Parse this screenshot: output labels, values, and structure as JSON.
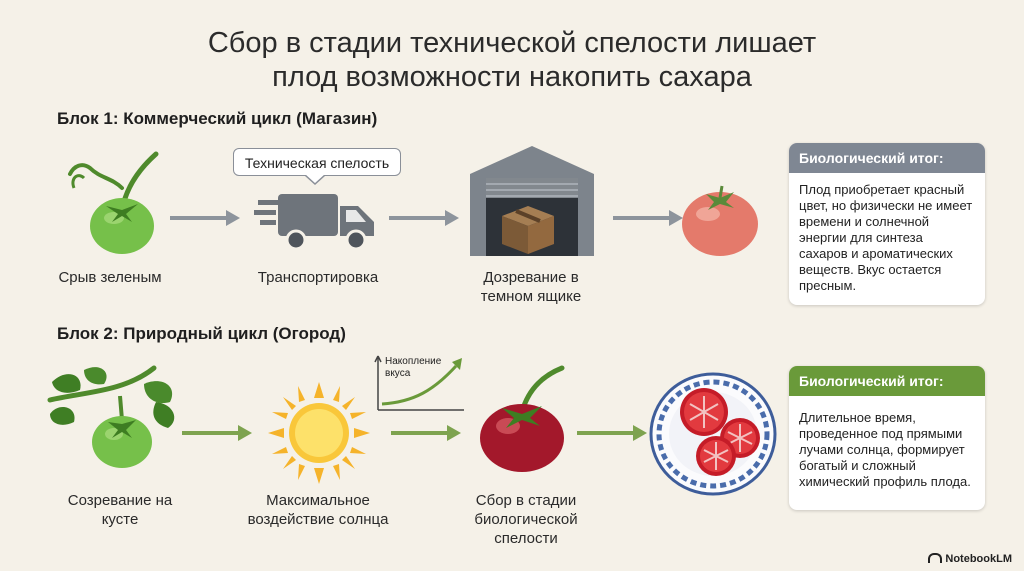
{
  "title": {
    "line1": "Сбор в стадии технической спелости лишает",
    "line2": "плод возможности накопить сахара"
  },
  "block1": {
    "heading": "Блок 1: Коммерческий цикл (Магазин)",
    "bubble": "Техническая спелость",
    "steps": [
      {
        "icon": "green-tomato-icon",
        "caption": "Срыв зеленым"
      },
      {
        "icon": "truck-icon",
        "caption": "Транспортировка"
      },
      {
        "icon": "warehouse-box-icon",
        "caption": "Дозревание в темном ящике"
      },
      {
        "icon": "pale-red-tomato-icon",
        "caption": ""
      }
    ],
    "card": {
      "header": "Биологический итог:",
      "text": "Плод приобретает красный цвет, но физически не имеет времени и солнечной энергии для синтеза сахаров и ароматических веществ. Вкус остается пресным.",
      "color": "#7f8793"
    }
  },
  "block2": {
    "heading": "Блок 2: Природный цикл (Огород)",
    "graph_label": "Накопление вкуса",
    "steps": [
      {
        "icon": "tomato-on-vine-icon",
        "caption": "Созревание на кусте"
      },
      {
        "icon": "sun-icon",
        "caption": "Максимальное воздействие солнца"
      },
      {
        "icon": "ripe-tomato-icon",
        "caption": "Сбор в стадии биологической спелости"
      },
      {
        "icon": "sliced-tomato-plate-icon",
        "caption": ""
      }
    ],
    "card": {
      "header": "Биологический итог:",
      "text": "Длительное время, проведенное под прямыми лучами солнца, формирует богатый и сложный химический профиль плода.",
      "color": "#6a9a3a"
    }
  },
  "colors": {
    "arrow_gray": "#8d949c",
    "arrow_green": "#7ea34f"
  },
  "logo": "NotebookLM"
}
